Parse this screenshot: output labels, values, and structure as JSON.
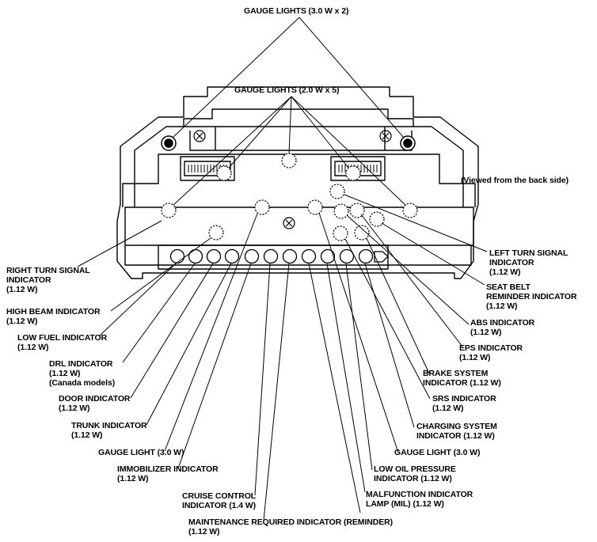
{
  "labels": {
    "gauge_lights_top": "GAUGE LIGHTS (3.0 W x 2)",
    "gauge_lights_mid": "GAUGE LIGHTS (2.0 W x 5)",
    "viewed_from": "(Viewed from the back side)",
    "right_turn": [
      "RIGHT TURN SIGNAL",
      "INDICATOR",
      "(1.12 W)"
    ],
    "high_beam": [
      "HIGH BEAM INDICATOR",
      "(1.12 W)"
    ],
    "low_fuel": [
      "LOW FUEL INDICATOR",
      "(1.12 W)"
    ],
    "drl": [
      "DRL INDICATOR",
      "(1.12 W)",
      "(Canada models)"
    ],
    "door": [
      "DOOR INDICATOR",
      "(1.12 W)"
    ],
    "trunk": [
      "TRUNK INDICATOR",
      "(1.12 W)"
    ],
    "gauge_light_left": [
      "GAUGE LIGHT (3.0 W)"
    ],
    "immobilizer": [
      "IMMOBILIZER INDICATOR",
      "(1.12 W)"
    ],
    "cruise": [
      "CRUISE CONTROL",
      "INDICATOR (1.4 W)"
    ],
    "maintenance": [
      "MAINTENANCE REQUIRED INDICATOR (REMINDER)",
      "(1.12 W)"
    ],
    "left_turn": [
      "LEFT TURN SIGNAL",
      "INDICATOR",
      "(1.12 W)"
    ],
    "seat_belt": [
      "SEAT BELT",
      "REMINDER INDICATOR",
      "(1.12 W)"
    ],
    "abs": [
      "ABS INDICATOR",
      "(1.12 W)"
    ],
    "eps": [
      "EPS INDICATOR",
      "(1.12 W)"
    ],
    "brake": [
      "BRAKE SYSTEM",
      "INDICATOR (1.12 W)"
    ],
    "srs": [
      "SRS INDICATOR",
      "(1.12 W)"
    ],
    "charging": [
      "CHARGING SYSTEM",
      "INDICATOR (1.12 W)"
    ],
    "gauge_light_right": [
      "GAUGE LIGHT (3.0 W)"
    ],
    "low_oil": [
      "LOW OIL PRESSURE",
      "INDICATOR (1.12 W)"
    ],
    "mil": [
      "MALFUNCTION INDICATOR",
      "LAMP (MIL) (1.12 W)"
    ]
  }
}
